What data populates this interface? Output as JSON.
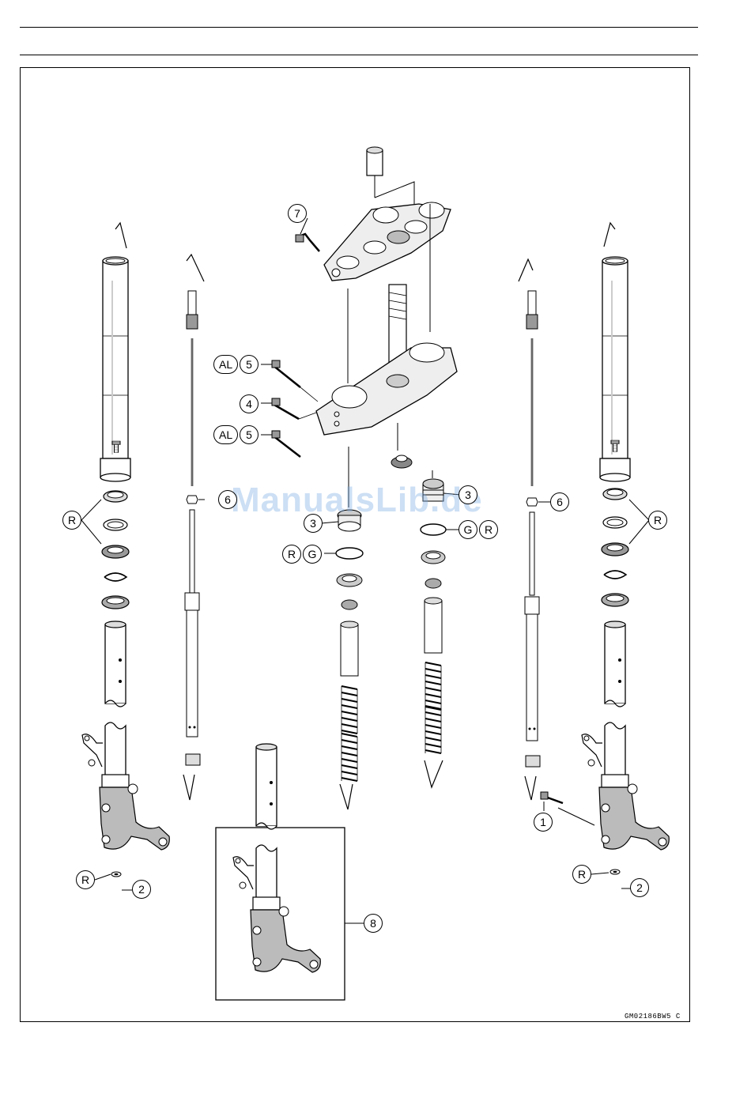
{
  "figure_code": "GM02186BW5 C",
  "watermark": "ManualsLib.de",
  "callouts": {
    "c1": "1",
    "c2_left": "2",
    "c2_right": "2",
    "c3_left": "3",
    "c3_right": "3",
    "c4": "4",
    "c5_upper": "5",
    "c5_lower": "5",
    "c6_left": "6",
    "c6_right": "6",
    "c7": "7",
    "c8": "8",
    "r_left_seals": "R",
    "r_right_seals": "R",
    "r_left_washer": "R",
    "r_right_washer": "R",
    "rg_left_r": "R",
    "rg_left_g": "G",
    "gr_right_g": "G",
    "gr_right_r": "R",
    "al_upper": "AL",
    "al_lower": "AL"
  }
}
